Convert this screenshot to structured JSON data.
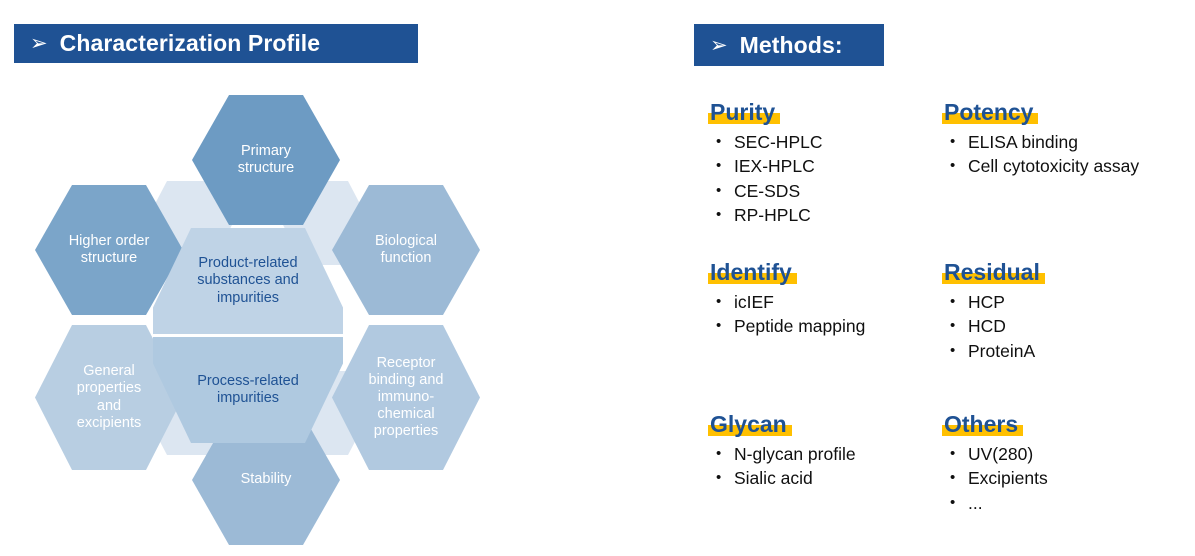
{
  "sections": {
    "characterization": {
      "arrow_icon": "➢",
      "title": "Characterization Profile"
    },
    "methods": {
      "arrow_icon": "➢",
      "title": "Methods:"
    }
  },
  "colors": {
    "header_blue": "#1F5294",
    "highlight_yellow": "#FFC000",
    "hex_dark": "#6D9BC3",
    "hex_mid": "#9CBAD6",
    "hex_light": "#B8CEE2",
    "hex_lighter": "#C7D8E8",
    "hex_center_top": "#BFD3E6",
    "hex_center_bottom": "#AFC9E0",
    "wedge": "#DCE6F1",
    "heading_text": "#1F5294",
    "body_text": "#101010"
  },
  "diagram": {
    "hexagons": [
      {
        "id": "primary-structure",
        "label": "Primary\nstructure",
        "shade": "dark"
      },
      {
        "id": "higher-order-structure",
        "label": "Higher order\nstructure",
        "shade": "dark"
      },
      {
        "id": "biological-function",
        "label": "Biological\nfunction",
        "shade": "mid"
      },
      {
        "id": "receptor-binding",
        "label": "Receptor\nbinding and\nimmuno-\nchemical\nproperties",
        "shade": "light"
      },
      {
        "id": "stability",
        "label": "Stability",
        "shade": "mid"
      },
      {
        "id": "general-properties",
        "label": "General\nproperties\nand\nexcipients",
        "shade": "light"
      },
      {
        "id": "product-related-impurities",
        "label": "Product-related\nsubstances and\nimpurities",
        "shade": "center-top"
      },
      {
        "id": "process-related-impurities",
        "label": "Process-related\nimpurities",
        "shade": "center-bottom"
      }
    ]
  },
  "method_groups": [
    {
      "id": "purity",
      "heading": "Purity",
      "bullet": "•",
      "items": [
        "SEC-HPLC",
        "IEX-HPLC",
        "CE-SDS",
        "RP-HPLC"
      ]
    },
    {
      "id": "potency",
      "heading": "Potency",
      "bullet": "•",
      "items": [
        "ELISA binding",
        "Cell cytotoxicity assay"
      ]
    },
    {
      "id": "identify",
      "heading": "Identify",
      "bullet": "•",
      "items": [
        "icIEF",
        "Peptide mapping"
      ]
    },
    {
      "id": "residual",
      "heading": "Residual",
      "bullet": "•",
      "items": [
        "HCP",
        "HCD",
        "ProteinA"
      ]
    },
    {
      "id": "glycan",
      "heading": "Glycan",
      "bullet": "•",
      "items": [
        "N-glycan profile",
        "Sialic acid"
      ]
    },
    {
      "id": "others",
      "heading": "Others",
      "bullet": "•",
      "items": [
        "UV(280)",
        "Excipients",
        "..."
      ]
    }
  ]
}
